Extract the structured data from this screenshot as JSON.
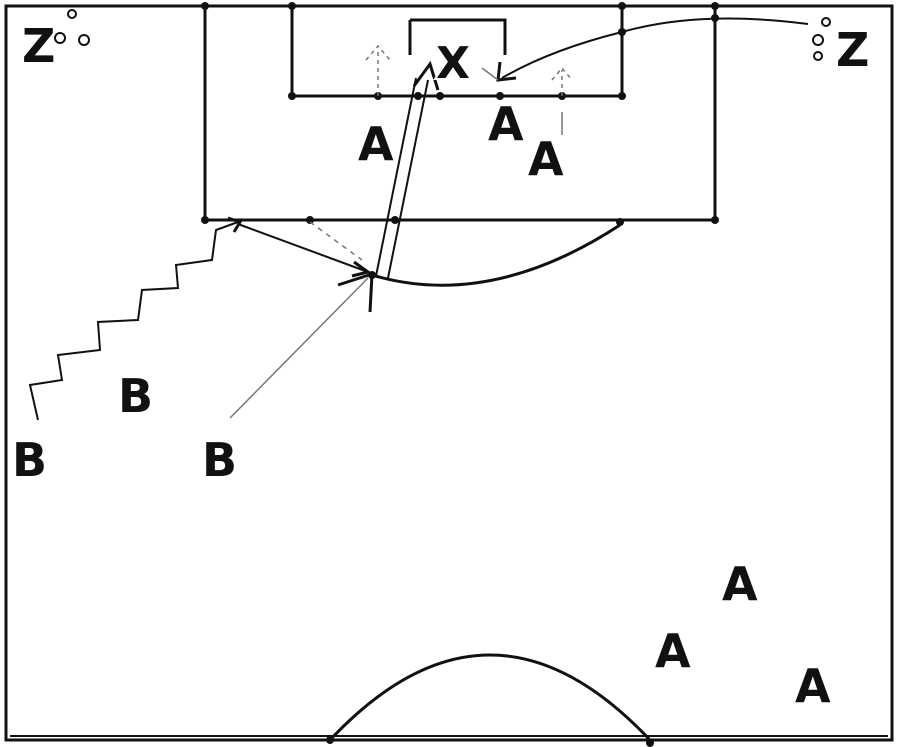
{
  "labels": {
    "z": "Z",
    "x": "X",
    "a": "A",
    "b": "B"
  },
  "colors": {
    "lines": "#111111",
    "background": "#ffffff",
    "pass_line": "#777777"
  }
}
